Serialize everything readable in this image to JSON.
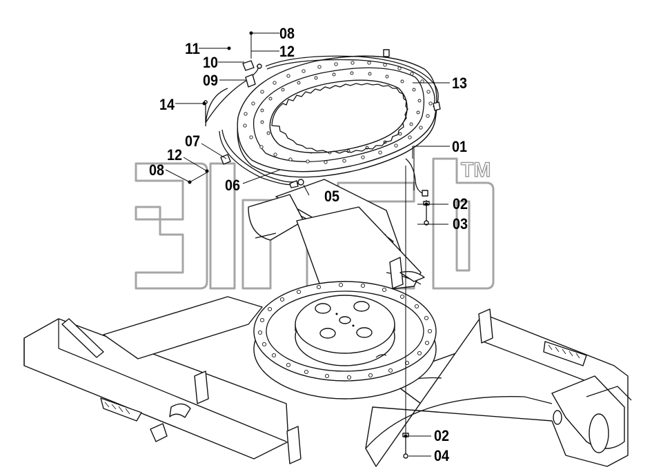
{
  "watermark": {
    "trademark": "TM"
  },
  "callouts": [
    {
      "id": "c08a",
      "text": "08"
    },
    {
      "id": "c11",
      "text": "11"
    },
    {
      "id": "c12a",
      "text": "12"
    },
    {
      "id": "c10",
      "text": "10"
    },
    {
      "id": "c09",
      "text": "09"
    },
    {
      "id": "c13",
      "text": "13"
    },
    {
      "id": "c14",
      "text": "14"
    },
    {
      "id": "c01",
      "text": "01"
    },
    {
      "id": "c07",
      "text": "07"
    },
    {
      "id": "c12b",
      "text": "12"
    },
    {
      "id": "c08b",
      "text": "08"
    },
    {
      "id": "c06",
      "text": "06"
    },
    {
      "id": "c05",
      "text": "05"
    },
    {
      "id": "c02a",
      "text": "02"
    },
    {
      "id": "c03",
      "text": "03"
    },
    {
      "id": "c02b",
      "text": "02"
    },
    {
      "id": "c04",
      "text": "04"
    }
  ]
}
